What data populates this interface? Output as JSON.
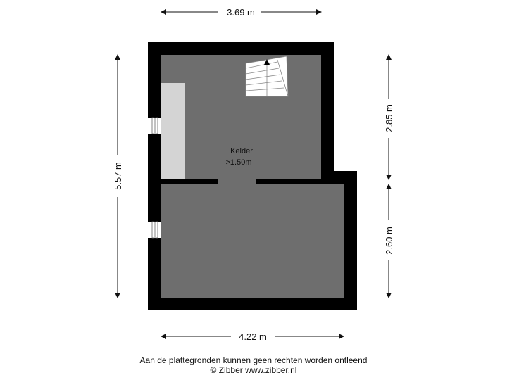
{
  "floorplan": {
    "room": {
      "name": "Kelder",
      "height_note": ">1.50m"
    },
    "dimensions": {
      "top_width": "3.69 m",
      "bottom_width": "4.22 m",
      "left_height": "5.57 m",
      "right_upper_height": "2.85 m",
      "right_lower_height": "2.60 m"
    },
    "colors": {
      "wall": "#000000",
      "floor": "#6e6e6e",
      "cabinet": "#d4d4d4",
      "stairs": "#ffffff",
      "background": "#ffffff"
    },
    "icons": [
      "staircase-icon",
      "window-icon",
      "arrow-up-icon"
    ]
  },
  "footer": {
    "disclaimer": "Aan de plattegronden kunnen geen rechten worden ontleend",
    "copyright": "© Zibber www.zibber.nl"
  }
}
